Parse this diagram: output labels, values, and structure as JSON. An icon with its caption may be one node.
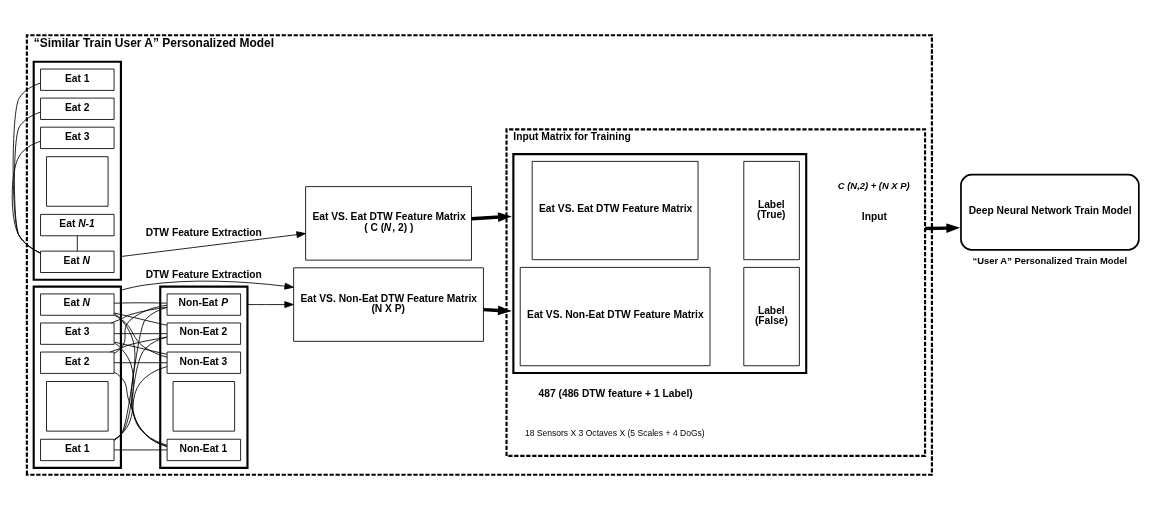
{
  "diagram": {
    "nodes": [
      {
        "text": [
          "“Similar Train User A” Personalized Model"
        ]
      },
      {
        "text": [],
        "shape": "box",
        "in": 0
      },
      {
        "text": [
          "Eat 1"
        ],
        "in": 1
      },
      {
        "text": [
          "Eat 2"
        ],
        "in": 1
      },
      {
        "text": [
          "Eat 3"
        ],
        "in": 1
      },
      {
        "text": [],
        "shape": "box",
        "in": 1
      },
      {
        "text": [
          "Eat *N-1*"
        ],
        "in": 1
      },
      {
        "text": [
          "Eat *N*"
        ],
        "in": 1
      },
      {
        "text": [
          "Eat VS. Eat DTW Feature Matrix",
          "( C (*N*, 2) )"
        ],
        "in": 0
      },
      {
        "text": [],
        "shape": "box",
        "in": 0
      },
      {
        "text": [
          "Eat 1"
        ],
        "in": 9
      },
      {
        "text": [
          "Eat 2"
        ],
        "in": 9
      },
      {
        "text": [
          "Eat 3"
        ],
        "in": 9
      },
      {
        "text": [],
        "shape": "box",
        "in": 9
      },
      {
        "text": [
          "Eat *N*"
        ],
        "in": 9
      },
      {
        "text": [],
        "shape": "box",
        "in": 0
      },
      {
        "text": [
          "Non-Eat 1"
        ],
        "in": 15
      },
      {
        "text": [
          "Non-Eat 2"
        ],
        "in": 15
      },
      {
        "text": [
          "Non-Eat 3"
        ],
        "in": 15
      },
      {
        "text": [],
        "shape": "box",
        "in": 15
      },
      {
        "text": [
          "Non-Eat *P*"
        ],
        "in": 15
      },
      {
        "text": [
          "Eat VS. Non-Eat DTW Feature Matrix",
          "(N X P)"
        ],
        "in": 0
      },
      {
        "text": [
          "Input Matrix for Training"
        ],
        "in": 0
      },
      {
        "text": [],
        "shape": "box",
        "in": 22
      },
      {
        "text": [
          "Eat VS. Eat DTW Feature Matrix"
        ],
        "in": 23
      },
      {
        "text": [
          "Label",
          "(True)"
        ],
        "in": 23
      },
      {
        "text": [
          "Eat VS. Non-Eat DTW Feature Matrix"
        ],
        "in": 23
      },
      {
        "text": [
          "Label",
          "(False)"
        ],
        "in": 23
      },
      {
        "text": [
          "Deep Neural Network Train Model"
        ],
        "beside": [
          "“User A” Personalized Train Model"
        ]
      }
    ],
    "edges": [
      {
        "from": 2,
        "to": 7,
        "arrow": "none"
      },
      {
        "from": 3,
        "to": 7,
        "arrow": "none"
      },
      {
        "from": 4,
        "to": 7,
        "arrow": "none"
      },
      {
        "from": 6,
        "to": 7,
        "arrow": "none"
      },
      {
        "from": 1,
        "to": 8,
        "arrow": "to",
        "label": "DTW Feature Extraction"
      },
      {
        "from": 10,
        "to": 16,
        "arrow": "none"
      },
      {
        "from": 10,
        "to": 17,
        "arrow": "none"
      },
      {
        "from": 10,
        "to": 18,
        "arrow": "none"
      },
      {
        "from": 10,
        "to": 20,
        "arrow": "none"
      },
      {
        "from": 11,
        "to": 16,
        "arrow": "none"
      },
      {
        "from": 11,
        "to": 17,
        "arrow": "none"
      },
      {
        "from": 11,
        "to": 18,
        "arrow": "none"
      },
      {
        "from": 11,
        "to": 20,
        "arrow": "none"
      },
      {
        "from": 12,
        "to": 16,
        "arrow": "none"
      },
      {
        "from": 12,
        "to": 17,
        "arrow": "none"
      },
      {
        "from": 12,
        "to": 18,
        "arrow": "none"
      },
      {
        "from": 12,
        "to": 20,
        "arrow": "none"
      },
      {
        "from": 14,
        "to": 16,
        "arrow": "none"
      },
      {
        "from": 14,
        "to": 17,
        "arrow": "none"
      },
      {
        "from": 14,
        "to": 18,
        "arrow": "none"
      },
      {
        "from": 14,
        "to": 20,
        "arrow": "none"
      },
      {
        "from": 9,
        "to": 21,
        "arrow": "to",
        "label": "DTW Feature Extraction"
      },
      {
        "from": 15,
        "to": 21,
        "arrow": "to"
      },
      {
        "from": 8,
        "to": 22,
        "arrow": "to",
        "style": "thick"
      },
      {
        "from": 21,
        "to": 22,
        "arrow": "to",
        "style": "thick"
      },
      {
        "from": 22,
        "to": 28,
        "arrow": "to",
        "label": "Input",
        "style": "thick"
      }
    ],
    "labels": [
      "C (N,2) + (N X P)",
      "487 (486 DTW feature + 1 Label)",
      "18 Sensors X 3 Octaves X (5 Scales + 4 DoGs)"
    ]
  }
}
